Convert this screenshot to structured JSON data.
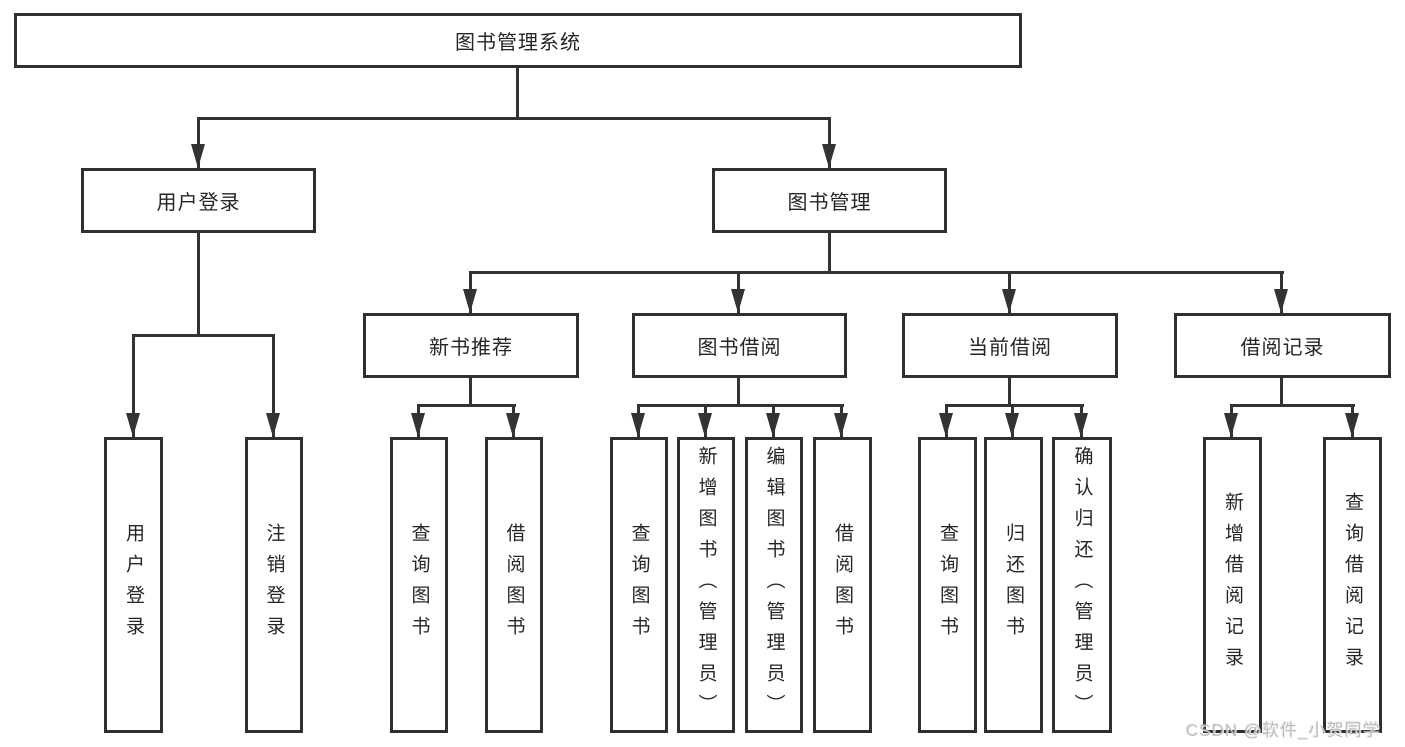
{
  "nodes": {
    "root": {
      "label": "图书管理系统"
    },
    "user_login": {
      "label": "用户登录"
    },
    "book_mgmt": {
      "label": "图书管理"
    },
    "new_book_rec": {
      "label": "新书推荐"
    },
    "book_borrow": {
      "label": "图书借阅"
    },
    "current_borrow": {
      "label": "当前借阅"
    },
    "borrow_records": {
      "label": "借阅记录"
    },
    "leaf_user_login": {
      "label": "用户登录"
    },
    "leaf_logout": {
      "label": "注销登录"
    },
    "leaf_rec_search": {
      "label": "查询图书"
    },
    "leaf_rec_borrow": {
      "label": "借阅图书"
    },
    "leaf_bb_search": {
      "label": "查询图书"
    },
    "leaf_bb_add": {
      "label": "新增图书（管理员）"
    },
    "leaf_bb_edit": {
      "label": "编辑图书（管理员）"
    },
    "leaf_bb_borrow": {
      "label": "借阅图书"
    },
    "leaf_cb_search": {
      "label": "查询图书"
    },
    "leaf_cb_return": {
      "label": "归还图书"
    },
    "leaf_cb_confirm": {
      "label": "确认归还（管理员）"
    },
    "leaf_br_add": {
      "label": "新增借阅记录"
    },
    "leaf_br_search": {
      "label": "查询借阅记录"
    }
  },
  "watermark": {
    "text": "CSDN @软件_小贺同学"
  },
  "colors": {
    "line": "#333333",
    "box_border": "#2f2f2f",
    "text": "#262626",
    "watermark": "#bdbdbd"
  }
}
